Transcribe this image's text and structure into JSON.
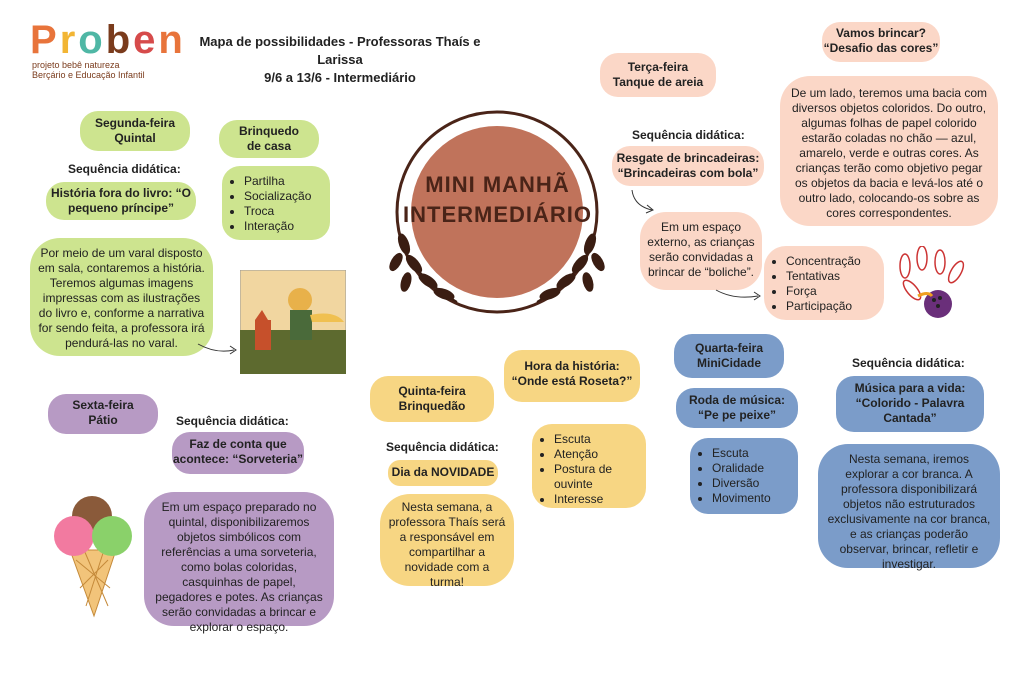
{
  "logo": {
    "letters": [
      {
        "ch": "P",
        "color": "#e8743b"
      },
      {
        "ch": "r",
        "color": "#f2b534"
      },
      {
        "ch": "o",
        "color": "#4fb7a5"
      },
      {
        "ch": "b",
        "color": "#7a3b1c"
      },
      {
        "ch": "e",
        "color": "#d64b4b"
      },
      {
        "ch": "n",
        "color": "#e8743b"
      }
    ],
    "subtitle1": "projeto bebê natureza",
    "subtitle2": "Berçário e Educação Infantil"
  },
  "header": {
    "line1": "Mapa de possibilidades - Professoras Thaís e Larissa",
    "line2": "9/6 a 13/6 - Intermediário"
  },
  "center": {
    "title_line1": "MINI MANHÃ",
    "title_line2": "INTERMEDIÁRIO",
    "circle_color": "#c0735b"
  },
  "monday": {
    "day": "Segunda-feira",
    "place": "Quintal",
    "seq_label": "Sequência didática:",
    "activity": "História fora do livro: “O pequeno príncipe”",
    "description": "Por meio de um varal disposto em sala, contaremos a história. Teremos algumas imagens impressas com as ilustrações do livro e, conforme a narrativa for sendo feita, a professora irá pendurá-las no varal.",
    "toy_line1": "Brinquedo",
    "toy_line2": "de casa",
    "bullets": [
      "Partilha",
      "Socialização",
      "Troca",
      "Interação"
    ]
  },
  "tuesday": {
    "day": "Terça-feira",
    "place": "Tanque de areia",
    "seq_label": "Sequência didática:",
    "activity_line1": "Resgate de brincadeiras:",
    "activity_line2": "“Brincadeiras com bola”",
    "description": "Em um espaço externo, as crianças serão convidadas a brincar de “boliche”.",
    "bullets": [
      "Concentração",
      "Tentativas",
      "Força",
      "Participação"
    ],
    "game_line1": "Vamos brincar?",
    "game_line2": "“Desafio das cores”",
    "game_description": "De um lado, teremos uma bacia com diversos objetos coloridos. Do outro, algumas folhas de papel colorido estarão coladas no chão — azul, amarelo, verde e outras cores. As crianças terão como objetivo pegar os objetos da bacia e levá-los até o outro lado, colocando-os sobre as cores correspondentes."
  },
  "wednesday": {
    "day": "Quarta-feira",
    "place": "MiniCidade",
    "activity_line1": "Roda de música:",
    "activity_line2": "“Pe pe peixe”",
    "bullets": [
      "Escuta",
      "Oralidade",
      "Diversão",
      "Movimento"
    ],
    "seq_label": "Sequência didática:",
    "music_line1": "Música para a vida:",
    "music_line2": "“Colorido - Palavra Cantada”",
    "description": "Nesta semana, iremos explorar a cor branca. A professora disponibilizará objetos não estruturados exclusivamente na cor branca, e as crianças poderão observar, brincar, refletir e investigar."
  },
  "thursday": {
    "day": "Quinta-feira",
    "place": "Brinquedão",
    "story_line1": "Hora da história:",
    "story_line2": "“Onde está Roseta?”",
    "bullets": [
      "Escuta",
      "Atenção",
      "Postura de ouvinte",
      "Interesse"
    ],
    "seq_label": "Sequência didática:",
    "activity": "Dia da NOVIDADE",
    "description": "Nesta semana, a professora Thaís será a responsável em compartilhar a novidade com a turma!"
  },
  "friday": {
    "day": "Sexta-feira",
    "place": "Pátio",
    "seq_label": "Sequência didática:",
    "activity_line1": "Faz de conta que",
    "activity_line2": "acontece: “Sorveteria”",
    "description": "Em um espaço preparado no quintal, disponibilizaremos objetos simbólicos com referências a uma sorveteria, como bolas coloridas, casquinhas de papel, pegadores e potes. As crianças serão convidadas a brincar e explorar o espaço."
  }
}
